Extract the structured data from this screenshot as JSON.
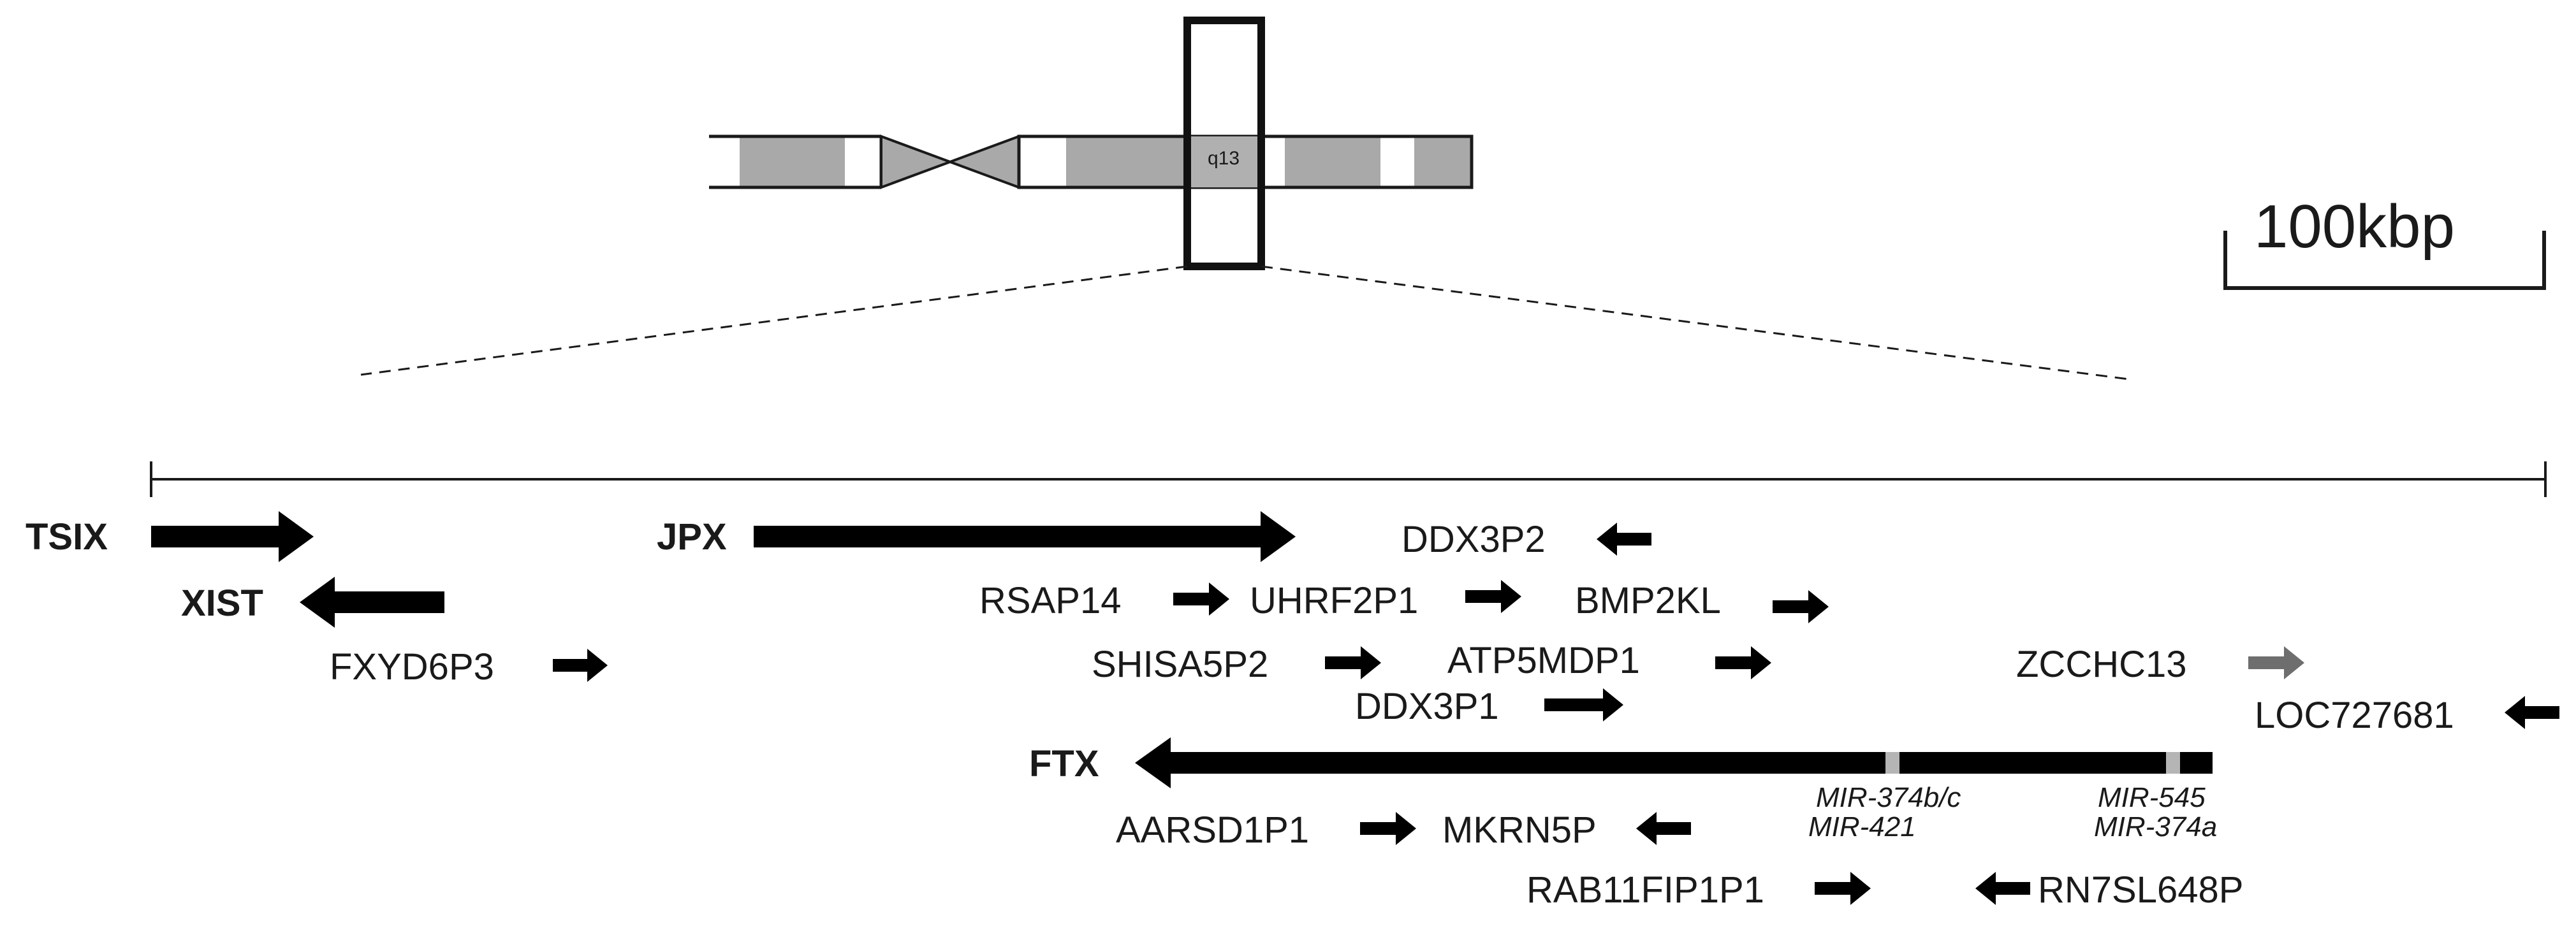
{
  "chromosome": {
    "band_label": "q13"
  },
  "scale_bar": {
    "label": "100kbp"
  },
  "genes": [
    {
      "id": "tsix",
      "label": "TSIX",
      "bold": true,
      "direction": "right",
      "color": "#000000"
    },
    {
      "id": "xist",
      "label": "XIST",
      "bold": true,
      "direction": "left",
      "color": "#000000"
    },
    {
      "id": "fxyd6p3",
      "label": "FXYD6P3",
      "bold": false,
      "direction": "right",
      "color": "#000000"
    },
    {
      "id": "jpx",
      "label": "JPX",
      "bold": true,
      "direction": "right",
      "color": "#000000"
    },
    {
      "id": "ddx3p2",
      "label": "DDX3P2",
      "bold": false,
      "direction": "left",
      "color": "#000000"
    },
    {
      "id": "rsap14",
      "label": "RSAP14",
      "bold": false,
      "direction": "right",
      "color": "#000000"
    },
    {
      "id": "uhrf2p1",
      "label": "UHRF2P1",
      "bold": false,
      "direction": "right",
      "color": "#000000"
    },
    {
      "id": "bmp2kl",
      "label": "BMP2KL",
      "bold": false,
      "direction": "right",
      "color": "#000000"
    },
    {
      "id": "shisa5p2",
      "label": "SHISA5P2",
      "bold": false,
      "direction": "right",
      "color": "#000000"
    },
    {
      "id": "atp5mdp1",
      "label": "ATP5MDP1",
      "bold": false,
      "direction": "right",
      "color": "#000000"
    },
    {
      "id": "zcchc13",
      "label": "ZCCHC13",
      "bold": false,
      "direction": "right",
      "color": "#6e6e6e"
    },
    {
      "id": "ddx3p1",
      "label": "DDX3P1",
      "bold": false,
      "direction": "right",
      "color": "#000000"
    },
    {
      "id": "loc727681",
      "label": "LOC727681",
      "bold": false,
      "direction": "left",
      "color": "#000000"
    },
    {
      "id": "ftx",
      "label": "FTX",
      "bold": true,
      "direction": "left",
      "color": "#000000"
    },
    {
      "id": "aarsd1p1",
      "label": "AARSD1P1",
      "bold": false,
      "direction": "right",
      "color": "#000000"
    },
    {
      "id": "mkrn5p",
      "label": "MKRN5P",
      "bold": false,
      "direction": "left",
      "color": "#000000"
    },
    {
      "id": "rab11fip1p1",
      "label": "RAB11FIP1P1",
      "bold": false,
      "direction": "right",
      "color": "#000000"
    },
    {
      "id": "rn7sl648p",
      "label": "RN7SL648P",
      "bold": false,
      "direction": "left",
      "color": "#000000"
    }
  ],
  "mirnas": [
    {
      "id": "mir-374bc",
      "label": "MIR-374b/c"
    },
    {
      "id": "mir-421",
      "label": "MIR-421"
    },
    {
      "id": "mir-545",
      "label": "MIR-545"
    },
    {
      "id": "mir-374a",
      "label": "MIR-374a"
    }
  ],
  "colors": {
    "band_grey": "#a9a9a9",
    "centromere_grey": "#a9a9a9",
    "mir_marker": "#b5b5b5"
  }
}
